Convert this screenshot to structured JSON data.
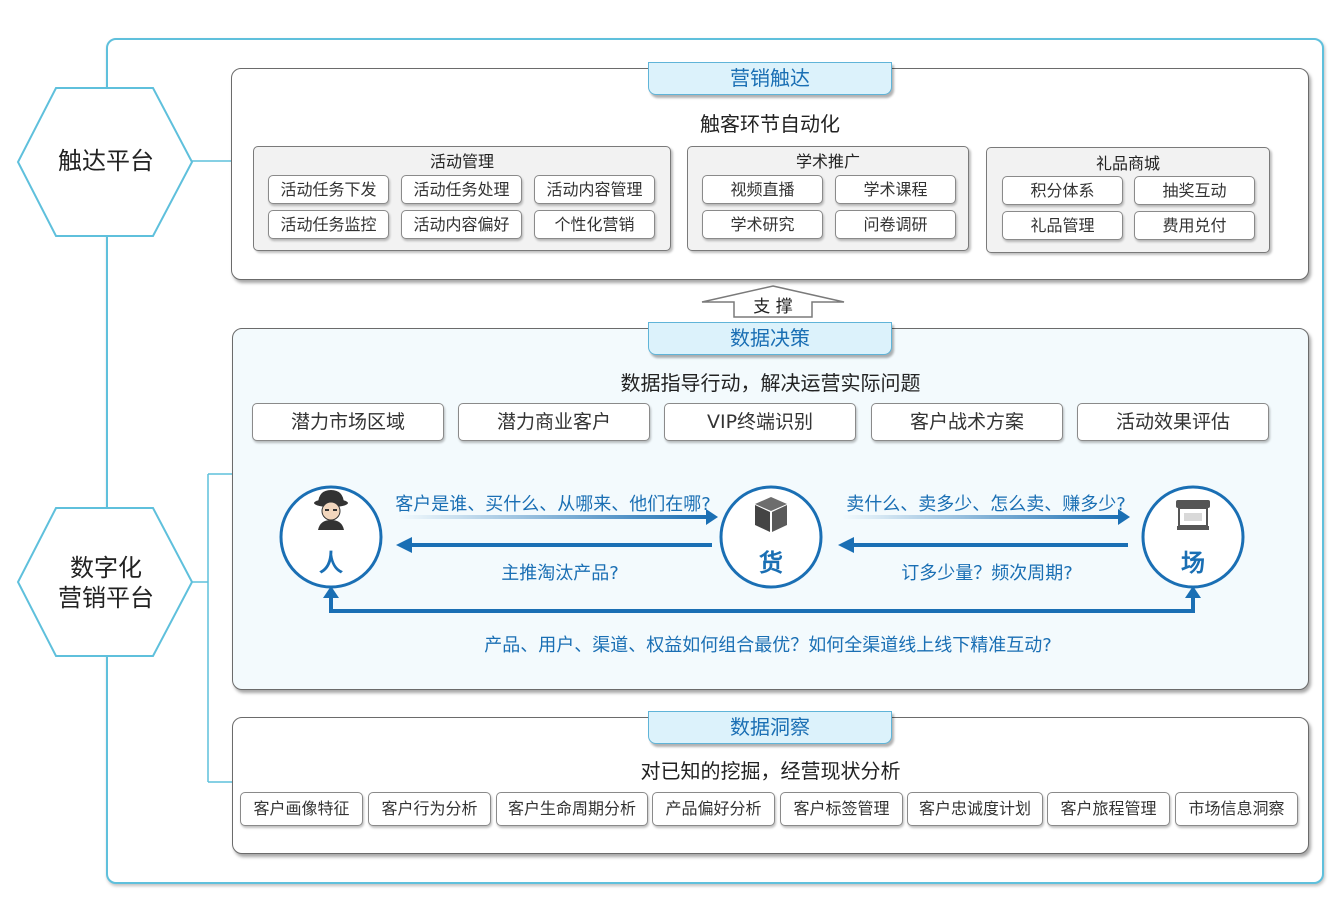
{
  "left_labels": {
    "reach_platform": "触达平台",
    "digital_platform_line1": "数字化",
    "digital_platform_line2": "营销平台"
  },
  "marketing_reach": {
    "title": "营销触达",
    "subtitle": "触客环节自动化",
    "groups": [
      {
        "title": "活动管理",
        "items": [
          "活动任务下发",
          "活动任务处理",
          "活动内容管理",
          "活动任务监控",
          "活动内容偏好",
          "个性化营销"
        ]
      },
      {
        "title": "学术推广",
        "items": [
          "视频直播",
          "学术课程",
          "学术研究",
          "问卷调研"
        ]
      },
      {
        "title": "礼品商城",
        "items": [
          "积分体系",
          "抽奖互动",
          "礼品管理",
          "费用兑付"
        ]
      }
    ]
  },
  "support_arrow": {
    "label": "支 撑"
  },
  "data_decision": {
    "title": "数据决策",
    "subtitle": "数据指导行动，解决运营实际问题",
    "items": [
      "潜力市场区域",
      "潜力商业客户",
      "VIP终端识别",
      "客户战术方案",
      "活动效果评估"
    ],
    "nodes": {
      "person": "人",
      "goods": "货",
      "place": "场"
    },
    "questions": {
      "person_goods_top": "客户是谁、买什么、从哪来、他们在哪?",
      "person_goods_bottom": "主推淘汰产品?",
      "goods_place_top": "卖什么、卖多少、怎么卖、赚多少?",
      "goods_place_bottom": "订多少量？频次周期?",
      "loop_bottom": "产品、用户、渠道、权益如何组合最优？如何全渠道线上线下精准互动?"
    },
    "colors": {
      "accent": "#1a6fb4",
      "panel_bg": "#f3fafd"
    }
  },
  "data_insight": {
    "title": "数据洞察",
    "subtitle": "对已知的挖掘，经营现状分析",
    "items": [
      "客户画像特征",
      "客户行为分析",
      "客户生命周期分析",
      "产品偏好分析",
      "客户标签管理",
      "客户忠诚度计划",
      "客户旅程管理",
      "市场信息洞察"
    ]
  },
  "icons": [
    "person-icon",
    "box-icon",
    "store-icon",
    "support-arrow-icon"
  ]
}
